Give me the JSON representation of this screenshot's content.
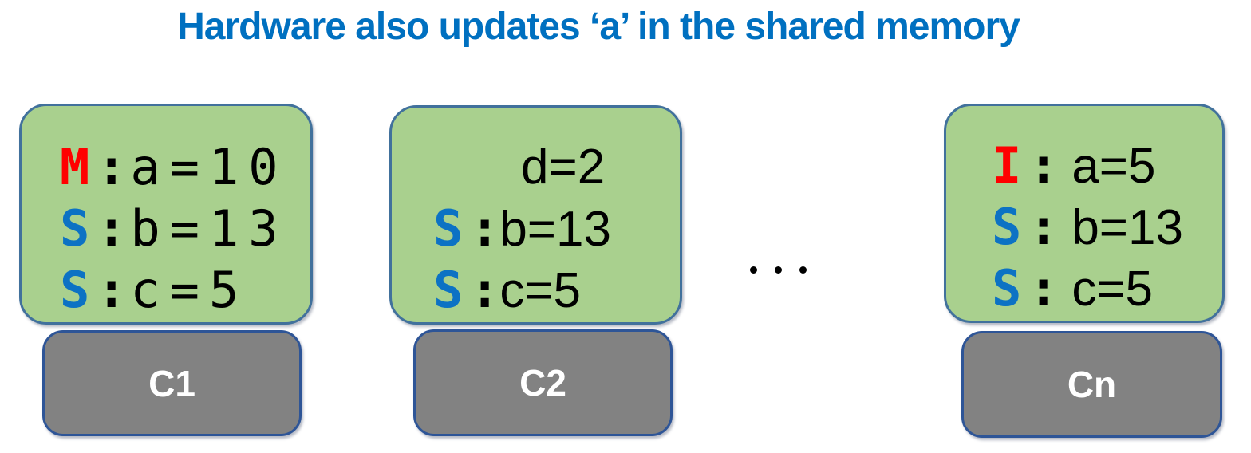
{
  "title": "Hardware also updates ‘a’ in the shared memory",
  "colors": {
    "title-blue": "#0070C0",
    "state-red": "#FF0000",
    "state-blue": "#0C72C4",
    "cache-fill": "#A9D08E",
    "cache-border": "#41719C",
    "core-fill": "#828282",
    "core-border": "#2E5597",
    "text-black": "#000000",
    "core-label": "#FFFFFF"
  },
  "caches": [
    {
      "core": "C1",
      "lines": [
        {
          "state": "M",
          "sep": ":",
          "value": "a=10"
        },
        {
          "state": "S",
          "sep": ":",
          "value": "b=13"
        },
        {
          "state": "S",
          "sep": ":",
          "value": "c=5"
        }
      ]
    },
    {
      "core": "C2",
      "lines": [
        {
          "state": "",
          "sep": "",
          "value": "d=2"
        },
        {
          "state": "S",
          "sep": ":",
          "value": "b=13"
        },
        {
          "state": "S",
          "sep": ":",
          "value": "c=5"
        }
      ]
    },
    {
      "core": "Cn",
      "lines": [
        {
          "state": "I",
          "sep": ":",
          "value": "a=5"
        },
        {
          "state": "S",
          "sep": ":",
          "value": "b=13"
        },
        {
          "state": "S",
          "sep": ":",
          "value": "c=5"
        }
      ]
    }
  ],
  "ellipsis": {
    "dot_count": 3
  }
}
